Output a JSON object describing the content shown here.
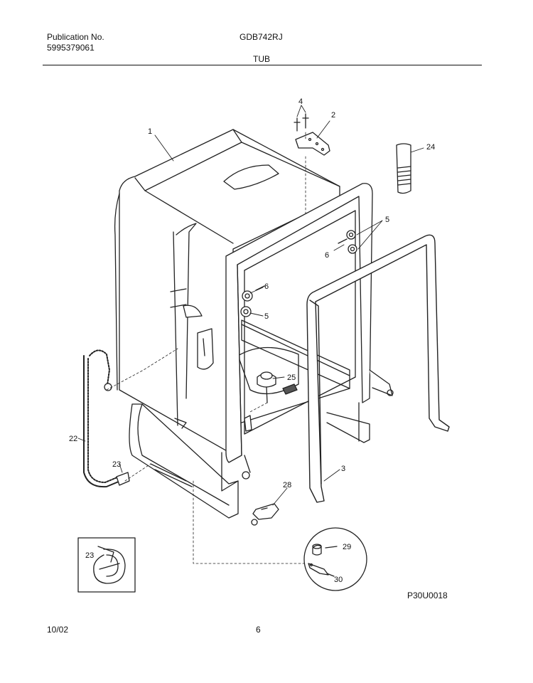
{
  "header": {
    "publication_label": "Publication No.",
    "publication_number": "5995379061",
    "model": "GDB742RJ",
    "section_title": "TUB"
  },
  "callouts": [
    "1",
    "2",
    "3",
    "4",
    "5",
    "5",
    "6",
    "6",
    "22",
    "23",
    "23",
    "24",
    "25",
    "28",
    "29",
    "30"
  ],
  "drawing_code": "P30U0018",
  "footer": {
    "date": "10/02",
    "page": "6"
  }
}
